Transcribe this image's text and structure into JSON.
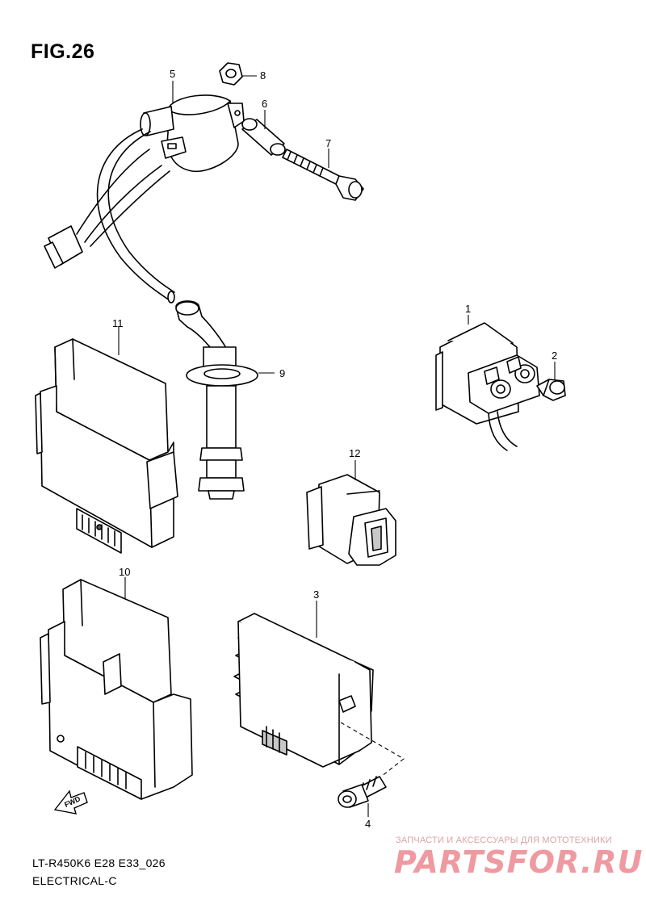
{
  "figure": {
    "title": "FIG.26"
  },
  "callouts": [
    {
      "id": "1",
      "label": "1"
    },
    {
      "id": "2",
      "label": "2"
    },
    {
      "id": "3",
      "label": "3"
    },
    {
      "id": "4",
      "label": "4"
    },
    {
      "id": "5",
      "label": "5"
    },
    {
      "id": "6",
      "label": "6"
    },
    {
      "id": "7",
      "label": "7"
    },
    {
      "id": "8",
      "label": "8"
    },
    {
      "id": "9",
      "label": "9"
    },
    {
      "id": "10",
      "label": "10"
    },
    {
      "id": "11",
      "label": "11"
    },
    {
      "id": "12",
      "label": "12"
    }
  ],
  "direction_marker": {
    "label": "FWD"
  },
  "footer": {
    "code": "LT-R450K6 E28 E33_026",
    "section": "ELECTRICAL-C"
  },
  "watermark": {
    "caption": "ЗАПЧАСТИ И АКСЕССУАРЫ ДЛЯ МОТОТЕХНИКИ",
    "logo_text": "PARTSFOR.RU",
    "color": "#ee8f97"
  }
}
